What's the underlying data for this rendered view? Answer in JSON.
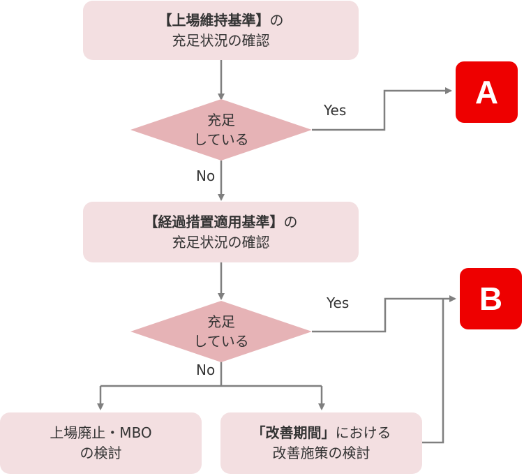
{
  "start_box": {
    "bold": "【上場維持基準】",
    "suffix": "の",
    "line2": "充足状況の確認"
  },
  "decision1": {
    "line1": "充足",
    "line2": "している",
    "yes_label": "Yes",
    "no_label": "No"
  },
  "transition_box": {
    "bold": "【経過措置適用基準】",
    "suffix": "の",
    "line2": "充足状況の確認"
  },
  "decision2": {
    "line1": "充足",
    "line2": "している",
    "yes_label": "Yes",
    "no_label": "No"
  },
  "delist_box": {
    "line1": "上場廃止・MBO",
    "line2": "の検討"
  },
  "improve_box": {
    "bold": "「改善期間」",
    "suffix": "における",
    "line2": "改善施策の検討"
  },
  "outcome_a": "A",
  "outcome_b": "B",
  "colors": {
    "box_fill": "#f3dfe1",
    "diamond_fill": "#e6b3b6",
    "arrow": "#7f7f7f",
    "badge": "#ee0000"
  }
}
